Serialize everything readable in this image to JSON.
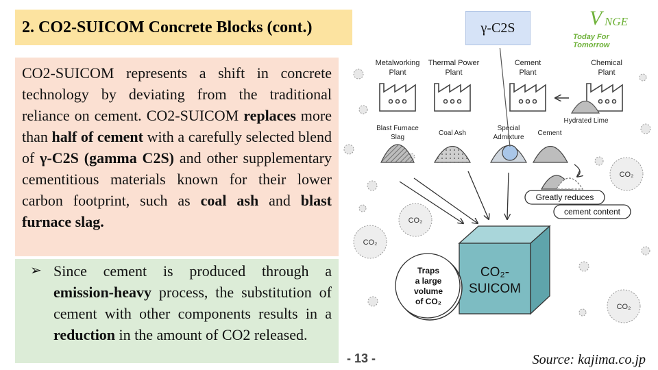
{
  "title": "2. CO2-SUICOM Concrete Blocks (cont.)",
  "paragraph": [
    {
      "t": "CO2-SUICOM represents a shift in concrete technology by deviating from the traditional reliance on cement. CO2-SUICOM ",
      "b": false
    },
    {
      "t": "replaces",
      "b": true
    },
    {
      "t": "  more than ",
      "b": false
    },
    {
      "t": "half of cement",
      "b": true
    },
    {
      "t": " with a carefully selected blend of ",
      "b": false
    },
    {
      "t": "γ-C2S (gamma C2S)",
      "b": true
    },
    {
      "t": " and other supplementary cementitious materials known for their lower carbon footprint, such as ",
      "b": false
    },
    {
      "t": "coal ash",
      "b": true
    },
    {
      "t": " and ",
      "b": false
    },
    {
      "t": "blast furnace slag.",
      "b": true
    }
  ],
  "bullet": {
    "marker": "➢",
    "segments": [
      {
        "t": "Since cement is produced through a ",
        "b": false
      },
      {
        "t": "emission-heavy",
        "b": true
      },
      {
        "t": " process, the substitution of cement with other components results in a ",
        "b": false
      },
      {
        "t": "reduction",
        "b": true
      },
      {
        "t": " in the amount of CO2 released.",
        "b": false
      }
    ]
  },
  "page_number": "- 13 -",
  "source": "Source: kajima.co.jp",
  "callout": "γ-C2S",
  "logo": {
    "mark_v": "V",
    "mark_rest": "NGE",
    "tagline": "Today For Tomorrow"
  },
  "diagram": {
    "plants": [
      {
        "line1": "Metalworking",
        "line2": "Plant"
      },
      {
        "line1": "Thermal Power",
        "line2": "Plant"
      },
      {
        "line1": "Cement",
        "line2": "Plant"
      },
      {
        "line1": "Chemical",
        "line2": "Plant"
      }
    ],
    "hydrated_lime": "Hydrated Lime",
    "materials": [
      {
        "line1": "Blast Furnace",
        "line2": "Slag"
      },
      {
        "line1": "Coal Ash",
        "line2": ""
      },
      {
        "line1": "Special",
        "line2": "Admixture"
      },
      {
        "line1": "Cement",
        "line2": ""
      }
    ],
    "reduces": {
      "line1": "Greatly reduces",
      "line2": "cement content"
    },
    "block": {
      "line1": "CO₂-",
      "line2": "SUICOM"
    },
    "traps": {
      "line1": "Traps",
      "line2": "a large",
      "line3": "volume",
      "line4": "of CO₂"
    },
    "co2_label": "CO₂",
    "colors": {
      "title_bg": "#fce3a0",
      "para_bg": "#fbe0d2",
      "bullet_bg": "#dcecd7",
      "block": "#7dbcc2",
      "callout_bg": "#d6e3f7",
      "logo": "#6fb23a"
    }
  }
}
